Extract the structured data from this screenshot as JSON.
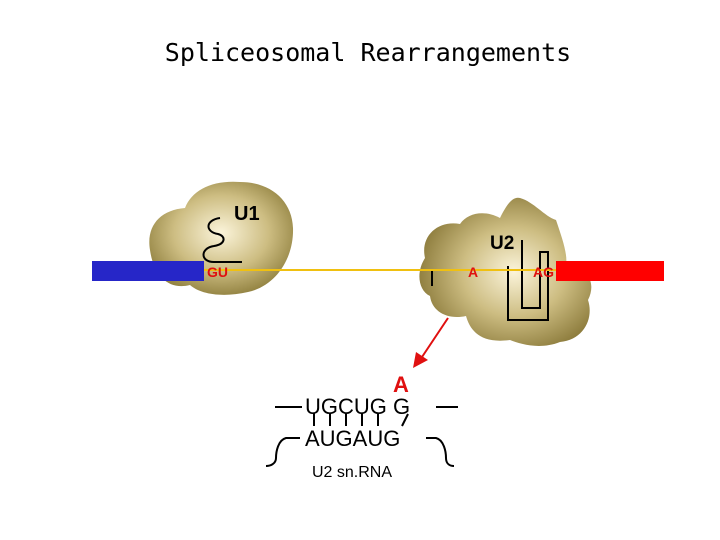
{
  "title": "Spliceosomal Rearrangements",
  "u1_label": "U1",
  "u2_label": "U2",
  "five_prime_site": "GU",
  "branch_point": "A",
  "three_prime_site": "AG",
  "bulged_a": "A",
  "intron_strand": "UGCUG G",
  "u2_strand": "AUGAUG",
  "u2_caption": "U2 sn.RNA",
  "colors": {
    "exon_left": "#2626c8",
    "exon_right": "#ff0000",
    "intron_line": "#f0c010",
    "arrow": "#e01010",
    "snrnp_fill": "#8c7a3a"
  }
}
